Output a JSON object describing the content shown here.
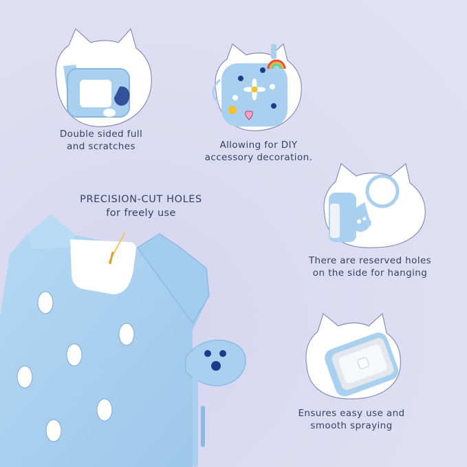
{
  "captions": {
    "top_left": [
      "Double sided full",
      "and scratches"
    ],
    "top_right": [
      "Allowing for DIY",
      "accessory decoration."
    ],
    "middle_right": [
      "There are reserved holes",
      "on the side for hanging"
    ],
    "bottom_right": [
      "Ensures easy use and",
      "smooth spraying"
    ]
  },
  "headline": {
    "title": "PRECISION-CUT HOLES",
    "subtitle": "for freely use"
  },
  "colors": {
    "background": "#dcdcf0",
    "case_blue": "#a9d0ef",
    "case_shadow": "#86b6de",
    "text": "#3a3e62",
    "bubble": "#ffffff"
  },
  "icons": [
    "cat-bubble-icon",
    "daisy-charm-icon",
    "rainbow-charm-icon",
    "heart-charm-icon",
    "smiley-charm-icon",
    "paw-keyring-icon"
  ]
}
